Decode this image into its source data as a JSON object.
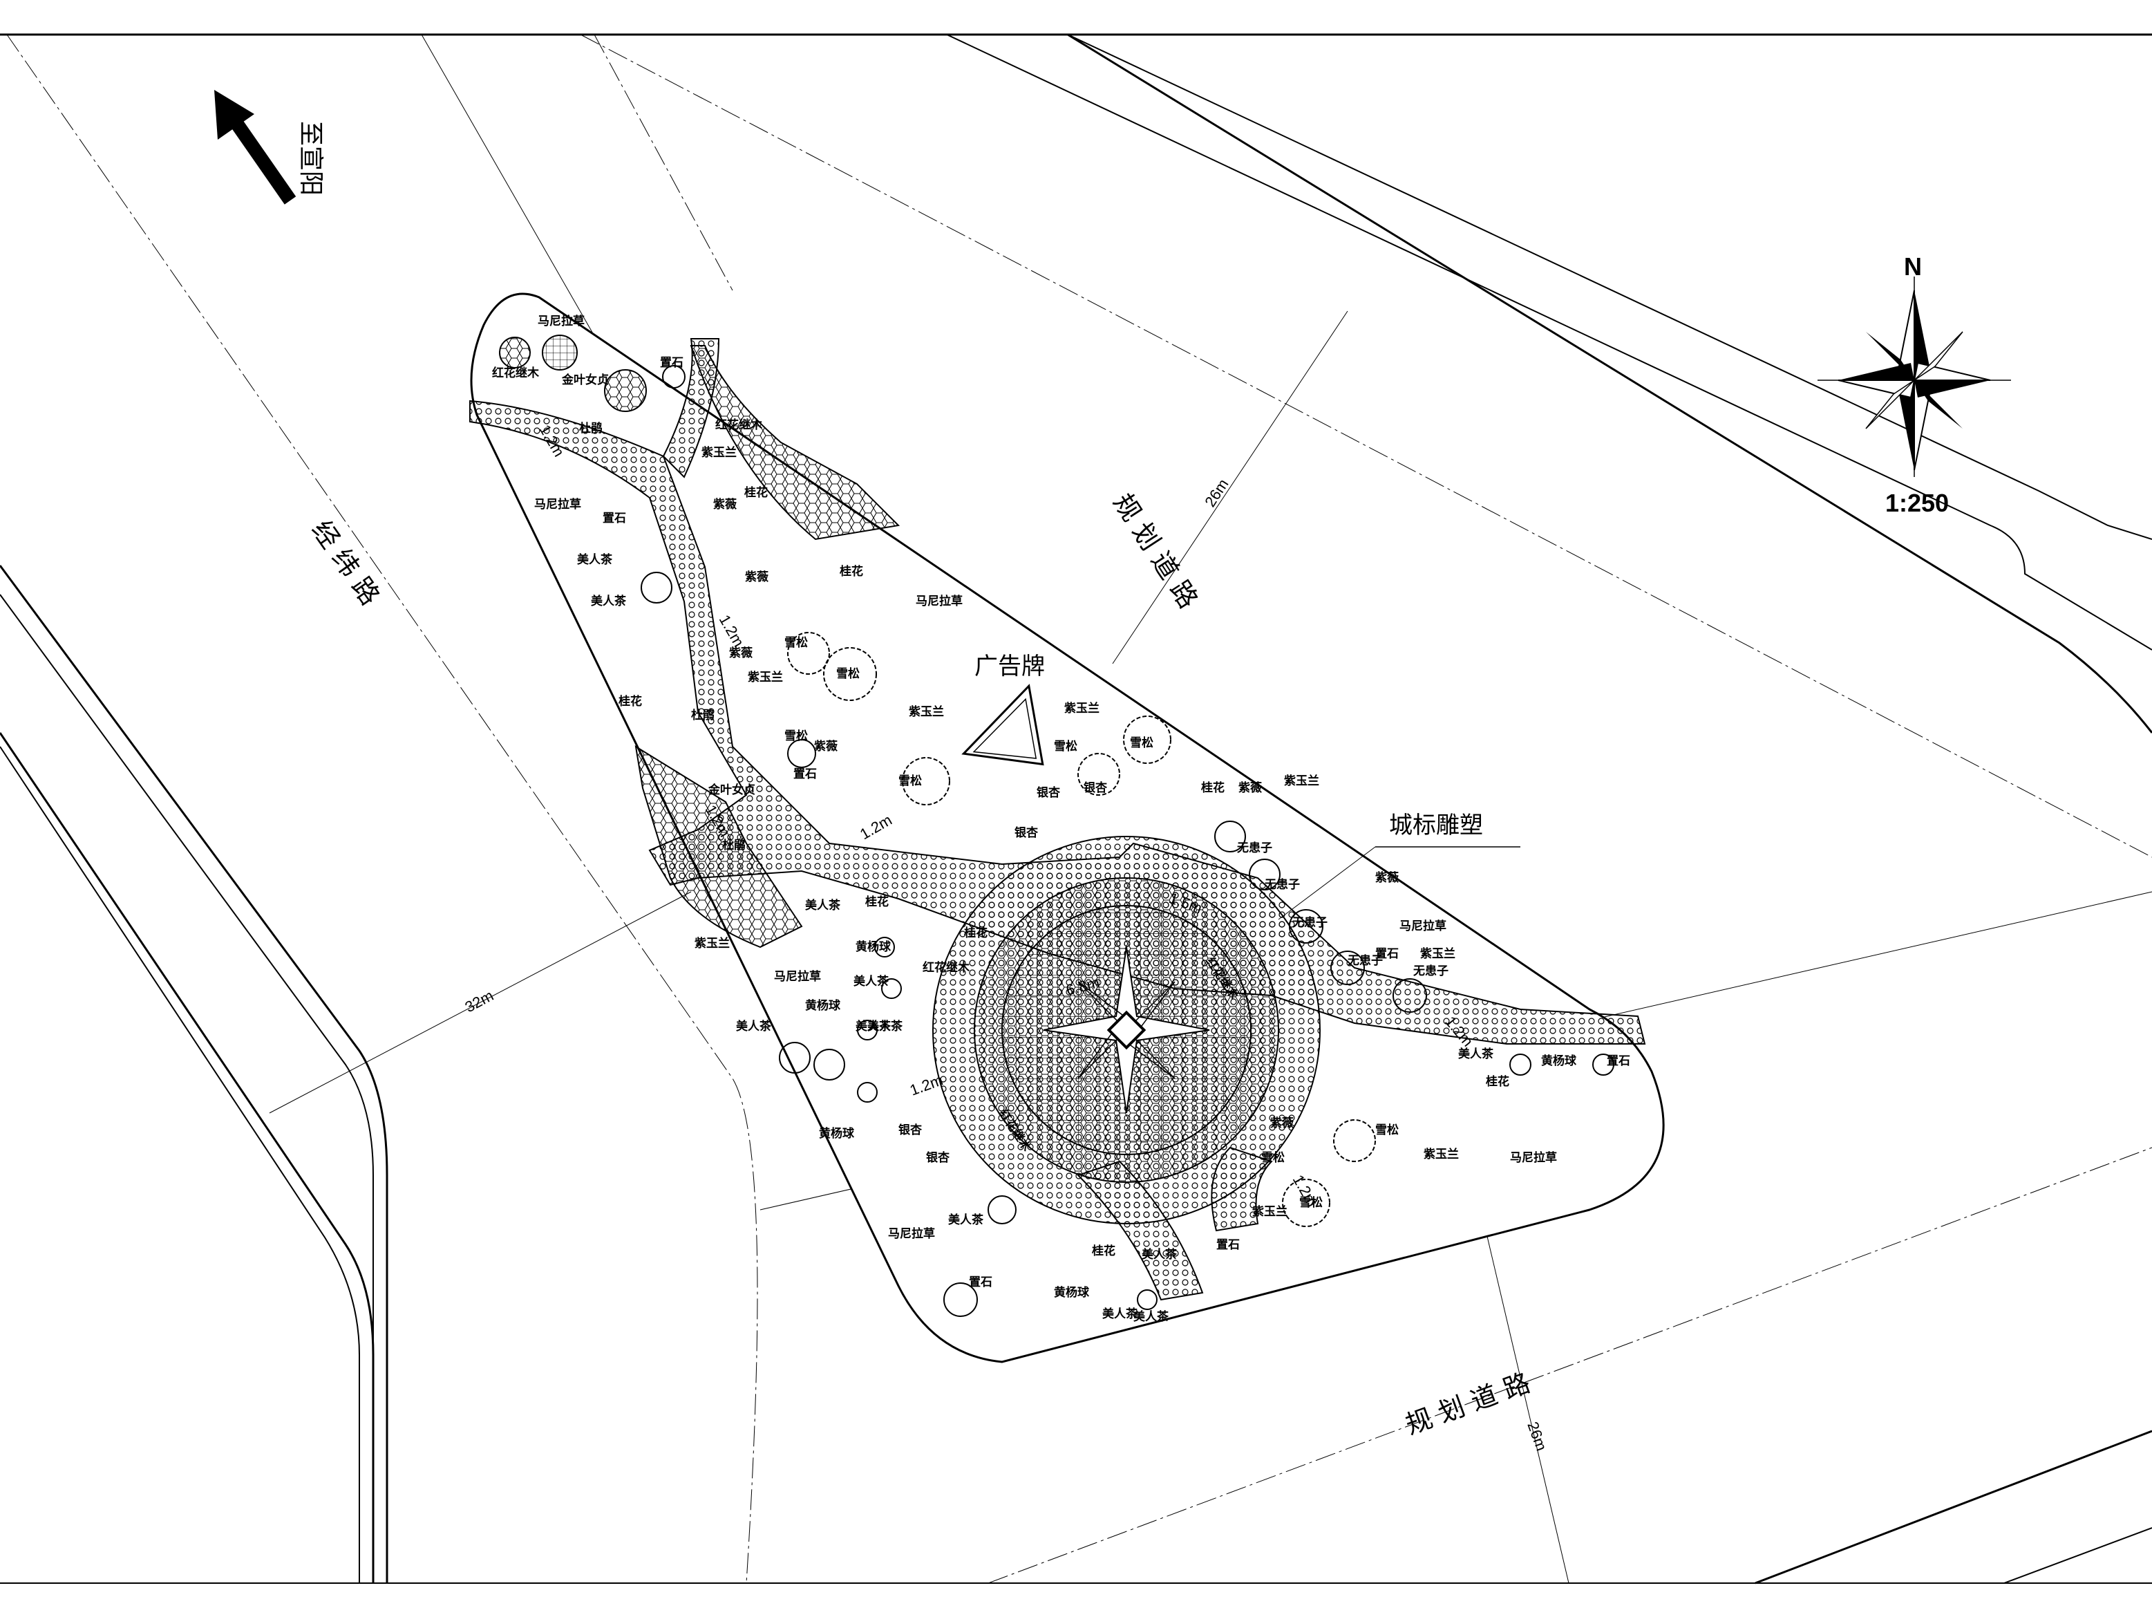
{
  "direction_arrow": {
    "label": "至宣阳"
  },
  "roads": {
    "west": "经 纬 路",
    "northeast": "规 划 道 路",
    "northeast_width": "26m",
    "south": "规 划 道 路",
    "south_width": "26m",
    "west_dim": "32m"
  },
  "compass": {
    "north_label": "N",
    "scale": "1:250"
  },
  "features": {
    "billboard": "广告牌",
    "sculpture": "城标雕塑"
  },
  "plant_labels": [
    "马尼拉草",
    "红花继木",
    "金叶女贞",
    "杜鹃",
    "置石",
    "红花继木",
    "紫玉兰",
    "桂花",
    "紫薇",
    "马尼拉草",
    "置石",
    "美人茶",
    "美人茶",
    "紫薇",
    "桂花",
    "雪松",
    "雪松",
    "紫薇",
    "紫玉兰",
    "马尼拉草",
    "桂花",
    "置石",
    "紫薇",
    "紫玉兰",
    "雪松",
    "雪松",
    "雪松",
    "紫玉兰",
    "雪松",
    "银杏",
    "银杏",
    "银杏",
    "桂花",
    "紫薇",
    "紫玉兰",
    "无患子",
    "无患子",
    "无患子",
    "无患子",
    "无患子",
    "紫薇",
    "马尼拉草",
    "置石",
    "紫玉兰",
    "金叶女贞",
    "杜鹃",
    "杜鹃",
    "美人茶",
    "桂花",
    "桂花",
    "紫玉兰",
    "黄杨球",
    "马尼拉草",
    "美人茶",
    "红花继木",
    "美人茶",
    "黄杨球",
    "美人茶",
    "美人茶",
    "黄杨球",
    "银杏",
    "银杏",
    "马尼拉草",
    "美人茶",
    "置石",
    "黄杨球",
    "美人茶",
    "桂花",
    "美人茶",
    "置石",
    "紫玉兰",
    "紫薇",
    "雪松",
    "雪松",
    "雪松",
    "紫玉兰",
    "美人茶",
    "桂花",
    "黄杨球",
    "置石",
    "美人茶",
    "马尼拉草",
    "红花继木",
    "红花继木"
  ],
  "dims": [
    "1.2m",
    "1.2m",
    "1.2m",
    "1.2m",
    "1.5m",
    "1.2m",
    "6.8m",
    "1.2m",
    "1.2m"
  ],
  "colors": {
    "ink": "#000000",
    "paper": "#ffffff"
  }
}
